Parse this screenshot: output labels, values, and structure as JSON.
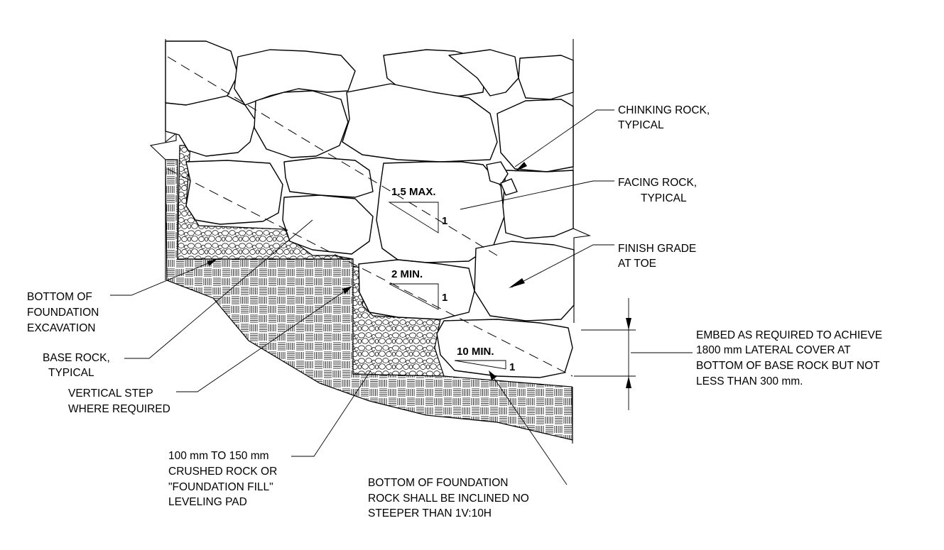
{
  "labels": {
    "chinking_1": "CHINKING ROCK,",
    "chinking_2": "TYPICAL",
    "facing_1": "FACING ROCK,",
    "facing_2": "TYPICAL",
    "finish_1": "FINISH GRADE",
    "finish_2": "AT TOE",
    "embed_1": "EMBED AS REQUIRED TO ACHIEVE",
    "embed_2": "1800 mm LATERAL COVER AT",
    "embed_3": "BOTTOM OF BASE ROCK BUT NOT",
    "embed_4": "LESS THAN 300 mm.",
    "bottom_exc_1": "BOTTOM OF",
    "bottom_exc_2": "FOUNDATION",
    "bottom_exc_3": "EXCAVATION",
    "base_1": "BASE ROCK,",
    "base_2": "TYPICAL",
    "vstep_1": "VERTICAL STEP",
    "vstep_2": "WHERE REQUIRED",
    "crushed_1": "100 mm TO 150 mm",
    "crushed_2": "CRUSHED ROCK OR",
    "crushed_3": "\"FOUNDATION FILL\"",
    "crushed_4": "LEVELING PAD",
    "incline_1": "BOTTOM OF FOUNDATION",
    "incline_2": "ROCK SHALL BE INCLINED NO",
    "incline_3": "STEEPER THAN 1V:10H"
  },
  "slopes": {
    "s1_h": "1.5 MAX.",
    "s1_v": "1",
    "s2_h": "2 MIN.",
    "s2_v": "1",
    "s3_h": "10 MIN.",
    "s3_v": "1"
  }
}
